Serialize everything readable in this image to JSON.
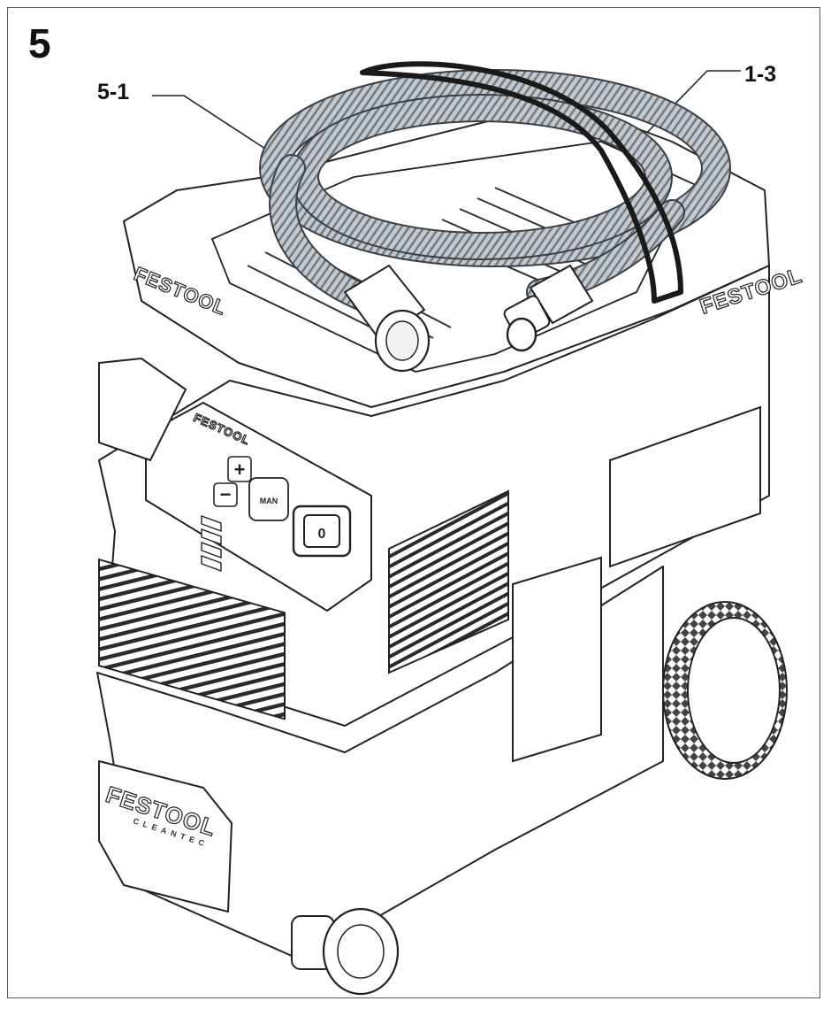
{
  "figure": {
    "number": "5"
  },
  "callouts": [
    {
      "id": "5-1",
      "label": "5-1"
    },
    {
      "id": "1-3",
      "label": "1-3"
    }
  ],
  "brand": {
    "name": "FESTOOL",
    "sub": "CLEANTEC"
  },
  "panel": {
    "plus": "+",
    "minus": "−",
    "man": "MAN",
    "power": "0"
  },
  "colors": {
    "line": "#222222",
    "hose": "#b9bfc6",
    "hose_dark": "#7d848c",
    "strap": "#1a1a1a",
    "frame": "#5a5a5a"
  }
}
